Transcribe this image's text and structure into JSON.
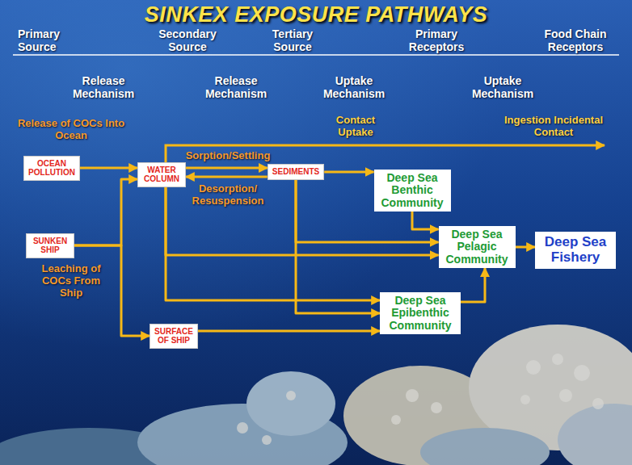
{
  "diagram": {
    "title": "SINKEX EXPOSURE PATHWAYS",
    "nodes": [
      {
        "text": [
          "OCEAN POLLUTION"
        ]
      },
      {
        "text": [
          "SUNKEN SHIP"
        ]
      },
      {
        "text": [
          "WATER COLUMN"
        ]
      },
      {
        "text": [
          "SURFACE OF SHIP"
        ]
      },
      {
        "text": [
          "SEDIMENTS"
        ]
      },
      {
        "text": [
          "Deep Sea Benthic Community"
        ]
      },
      {
        "text": [
          "Deep Sea Pelagic Community"
        ]
      },
      {
        "text": [
          "Deep Sea Epibenthic Community"
        ]
      },
      {
        "text": [
          "Deep Sea Fishery"
        ]
      }
    ],
    "edges": [
      {
        "from": 0,
        "to": 2,
        "arrow": "to"
      },
      {
        "from": 1,
        "to": 2,
        "arrow": "to"
      },
      {
        "from": 1,
        "to": 3,
        "arrow": "to"
      },
      {
        "from": 2,
        "to": 4,
        "arrow": "to",
        "label": "Sorption/Settling"
      },
      {
        "from": 4,
        "to": 2,
        "arrow": "to",
        "label": "Desorption/ Resuspension"
      },
      {
        "from": 4,
        "to": 5,
        "arrow": "to"
      },
      {
        "from": 2,
        "to": 6,
        "arrow": "to"
      },
      {
        "from": 2,
        "to": 7,
        "arrow": "to"
      },
      {
        "from": 4,
        "to": 6,
        "arrow": "to"
      },
      {
        "from": 4,
        "to": 7,
        "arrow": "to"
      },
      {
        "from": 5,
        "to": 6,
        "arrow": "to"
      },
      {
        "from": 7,
        "to": 6,
        "arrow": "to"
      },
      {
        "from": 3,
        "to": 7,
        "arrow": "to"
      },
      {
        "from": 6,
        "to": 8,
        "arrow": "to"
      }
    ],
    "labels": [
      "Primary Source",
      "Secondary Source",
      "Tertiary Source",
      "Primary Receptors",
      "Food Chain Receptors",
      "Release Mechanism",
      "Release Mechanism",
      "Uptake Mechanism",
      "Uptake Mechanism",
      "Release of COCs Into Ocean",
      "Contact Uptake",
      "Ingestion Incidental Contact",
      "Leaching of COCs From Ship"
    ]
  }
}
